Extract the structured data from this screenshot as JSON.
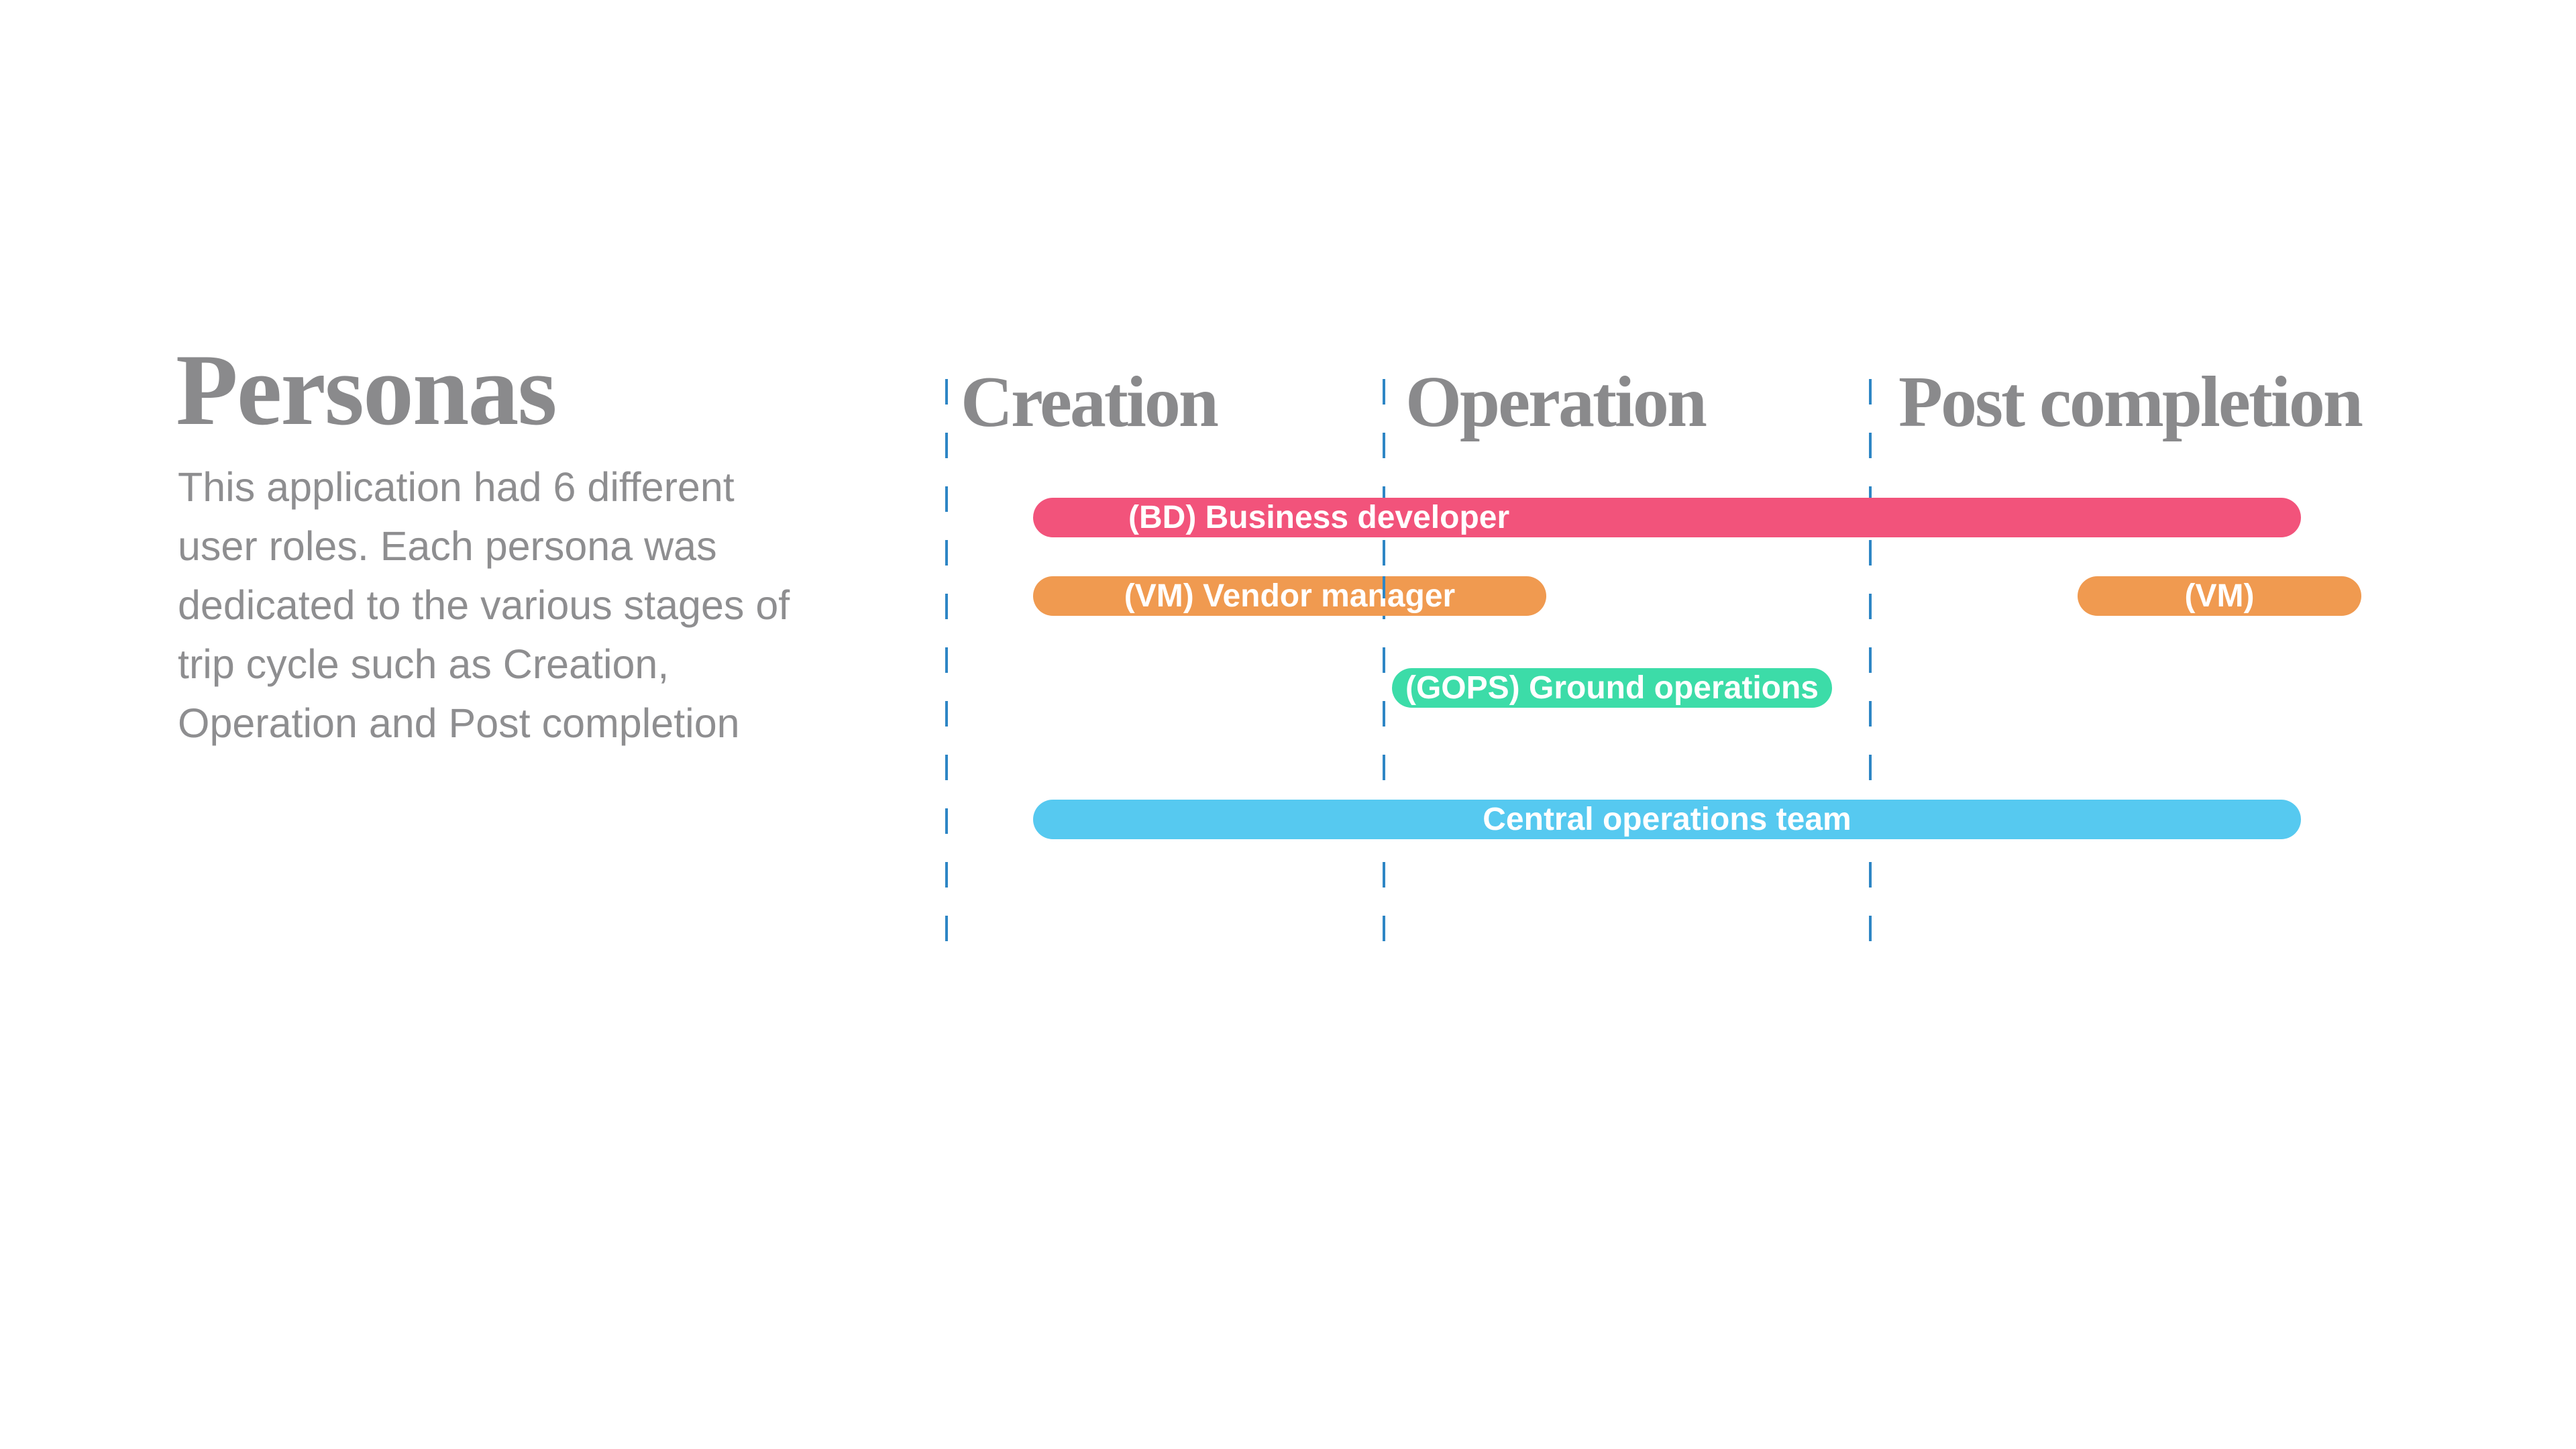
{
  "canvas": {
    "background": "#FFFFFF"
  },
  "intro": {
    "title": "Personas",
    "description_lines": [
      "This application had 6 different",
      "user roles. Each persona was",
      "dedicated to the various stages of",
      "trip cycle such as Creation,",
      "Operation and Post completion"
    ],
    "text_color": "#8E8E90",
    "title_color": "#8A8A8C"
  },
  "timeline": {
    "divider_color": "#2E86C5",
    "stages": [
      {
        "label": "Creation"
      },
      {
        "label": "Operation"
      },
      {
        "label": "Post completion"
      }
    ],
    "bars": [
      {
        "id": "bd",
        "label": "(BD) Business developer",
        "color": "#F2537B",
        "text_color": "#FFFFFF"
      },
      {
        "id": "vm",
        "label": "(VM) Vendor manager",
        "color": "#F09A50",
        "text_color": "#FFFFFF"
      },
      {
        "id": "vm-post",
        "label": "(VM)",
        "color": "#F09A50",
        "text_color": "#FFFFFF"
      },
      {
        "id": "gops",
        "label": "(GOPS) Ground operations",
        "color": "#3CDCA8",
        "text_color": "#FFFFFF"
      },
      {
        "id": "cot",
        "label": "Central operations team",
        "color": "#56C9F0",
        "text_color": "#FFFFFF"
      }
    ]
  }
}
